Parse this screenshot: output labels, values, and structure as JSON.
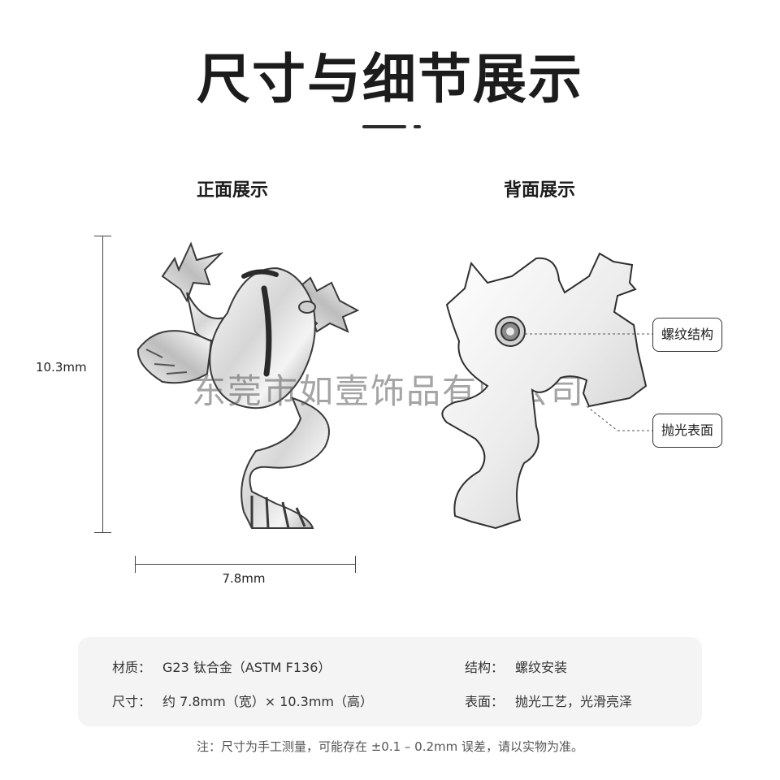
{
  "header": {
    "title": "尺寸与细节展示"
  },
  "sections": {
    "front_label": "正面展示",
    "back_label": "背面展示"
  },
  "dimensions": {
    "height": "10.3mm",
    "width": "7.8mm"
  },
  "watermark": "东莞市如壹饰品有限公司",
  "callouts": {
    "thread": "螺纹结构",
    "polish": "抛光表面"
  },
  "specs": {
    "material": {
      "key": "材质：",
      "value": "G23 钛合金（ASTM F136）"
    },
    "size": {
      "key": "尺寸：",
      "value": "约 7.8mm（宽）× 10.3mm（高）"
    },
    "structure": {
      "key": "结构：",
      "value": "螺纹安装"
    },
    "surface": {
      "key": "表面：",
      "value": "抛光工艺，光滑亮泽"
    }
  },
  "note": "注：尺寸为手工测量，可能存在 ±0.1 – 0.2mm 误差，请以实物为准。",
  "colors": {
    "silver_light": "#f2f2f2",
    "silver_dark": "#6a6a6a",
    "outline": "#3a3a3a"
  },
  "icons": {
    "front": "frog-earring-front",
    "back": "frog-earring-back"
  }
}
